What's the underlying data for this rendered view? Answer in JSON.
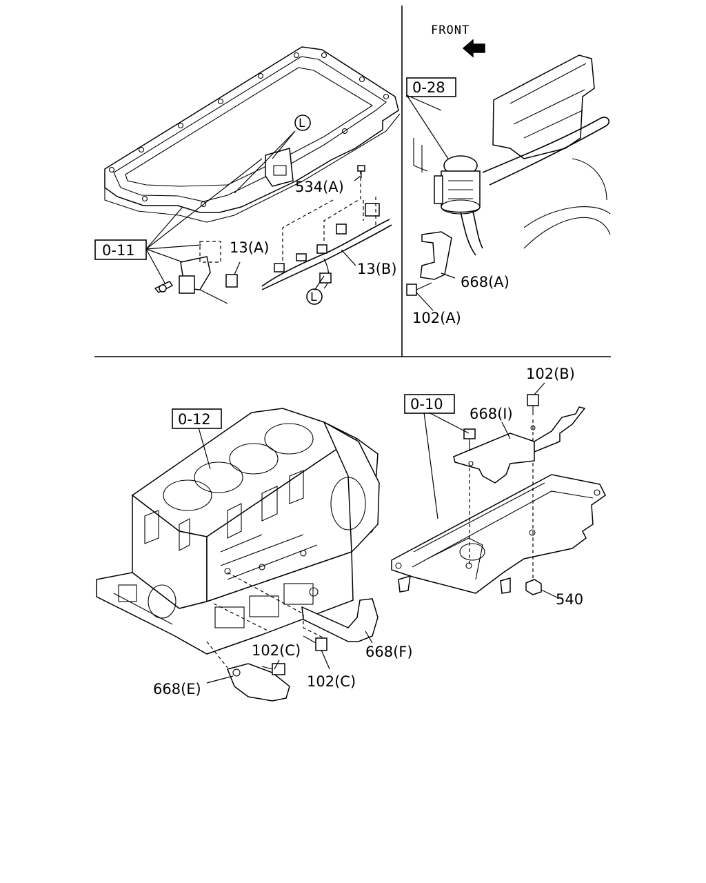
{
  "orientation": "FRONT",
  "ref_boxes": {
    "b_011": "0-11",
    "b_028": "0-28",
    "b_012": "0-12",
    "b_010": "0-10"
  },
  "callouts": {
    "c_534a": "534(A)",
    "c_13a": "13(A)",
    "c_13b": "13(B)",
    "c_668a": "668(A)",
    "c_102a": "102(A)",
    "c_102b": "102(B)",
    "c_668i": "668(I)",
    "c_540": "540",
    "c_668f": "668(F)",
    "c_102c_1": "102(C)",
    "c_102c_2": "102(C)",
    "c_668e": "668(E)"
  },
  "circle_markers": {
    "m_top": "L",
    "m_bottom": "L"
  }
}
